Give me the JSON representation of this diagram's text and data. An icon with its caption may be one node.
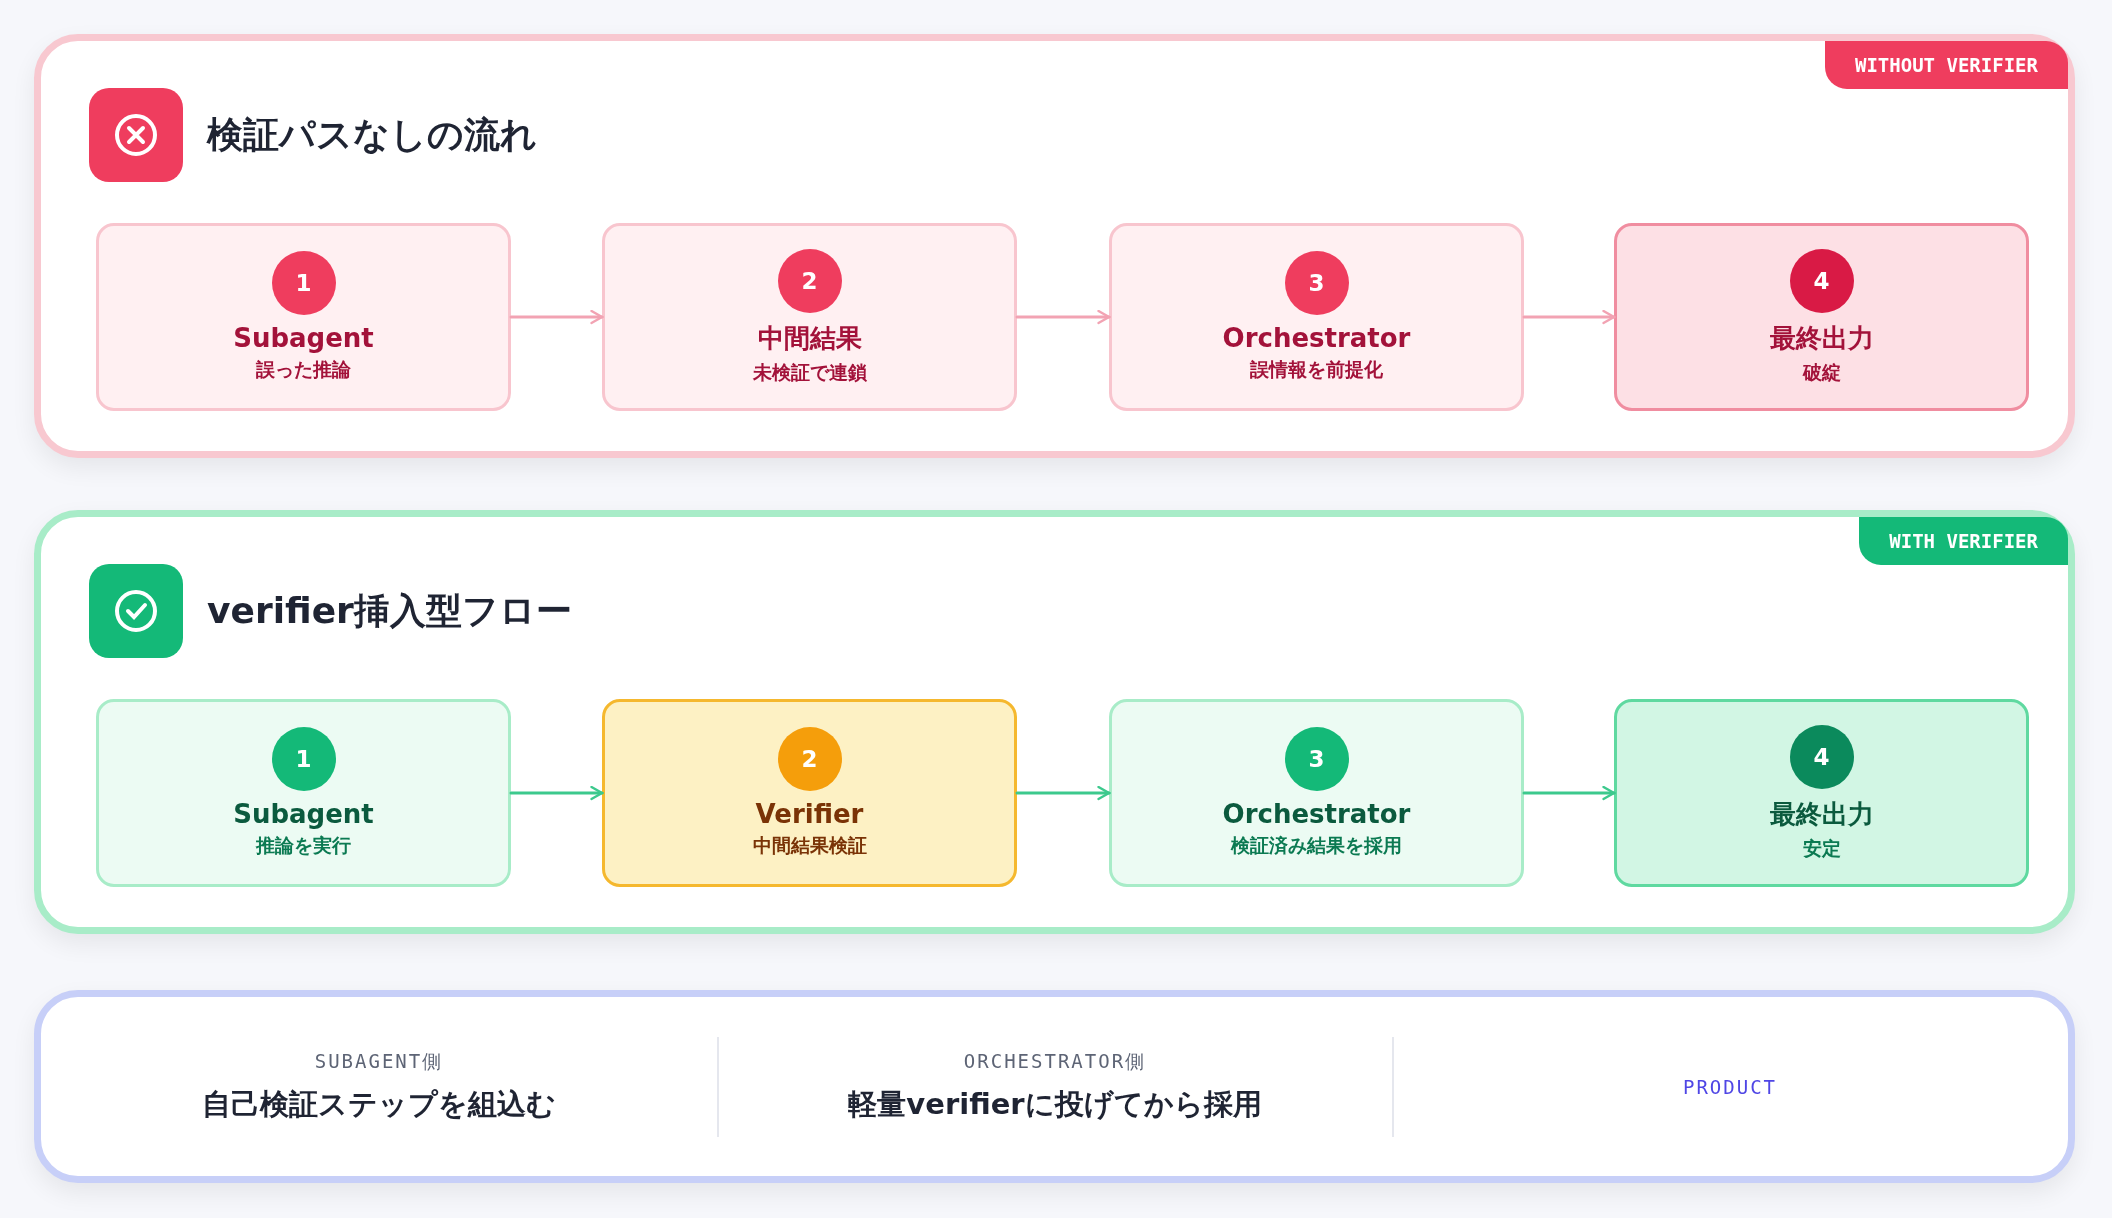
{
  "diagram": {
    "nodes": [
      {
        "text": [
          "検証パスなしの流れ",
          "WITHOUT VERIFIER"
        ]
      },
      {
        "text": [
          "1",
          "Subagent",
          "誤った推論"
        ],
        "in": 0
      },
      {
        "text": [
          "2",
          "中間結果",
          "未検証で連鎖"
        ],
        "in": 0
      },
      {
        "text": [
          "3",
          "Orchestrator",
          "誤情報を前提化"
        ],
        "in": 0
      },
      {
        "text": [
          "4",
          "最終出力",
          "破綻"
        ],
        "in": 0
      },
      {
        "text": [
          "verifier挿入型フロー",
          "WITH VERIFIER"
        ]
      },
      {
        "text": [
          "1",
          "Subagent",
          "推論を実行"
        ],
        "in": 5
      },
      {
        "text": [
          "2",
          "Verifier",
          "中間結果検証"
        ],
        "in": 5
      },
      {
        "text": [
          "3",
          "Orchestrator",
          "検証済み結果を採用"
        ],
        "in": 5
      },
      {
        "text": [
          "4",
          "最終出力",
          "安定"
        ],
        "in": 5
      },
      {
        "text": [
          "SUBAGENT側",
          "自己検証ステップを組込む",
          "ORCHESTRATOR側",
          "軽量verifierに投げてから採用",
          "PRODUCT"
        ]
      }
    ],
    "edges": [
      {
        "from": 1,
        "to": 2,
        "arrow": "to",
        "color": "#f2a3b3"
      },
      {
        "from": 2,
        "to": 3,
        "arrow": "to",
        "color": "#f2a3b3"
      },
      {
        "from": 3,
        "to": 4,
        "arrow": "to",
        "color": "#f2a3b3"
      },
      {
        "from": 6,
        "to": 7,
        "arrow": "to",
        "color": "#3cc98d"
      },
      {
        "from": 7,
        "to": 8,
        "arrow": "to",
        "color": "#3cc98d"
      },
      {
        "from": 8,
        "to": 9,
        "arrow": "to",
        "color": "#3cc98d"
      }
    ]
  }
}
